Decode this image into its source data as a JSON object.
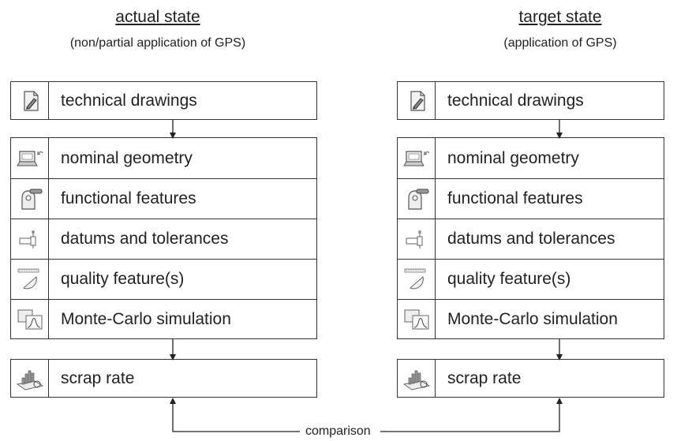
{
  "left": {
    "title": "actual state",
    "subtitle": "(non/partial application of GPS)",
    "top_box": {
      "label": "technical drawings",
      "icon": "drawing-pencil-icon"
    },
    "middle_box": [
      {
        "label": "nominal geometry",
        "icon": "laptop-cad-icon"
      },
      {
        "label": "functional features",
        "icon": "part-feature-icon"
      },
      {
        "label": "datums and tolerances",
        "icon": "datum-tolerance-icon"
      },
      {
        "label": "quality feature(s)",
        "icon": "protractor-gauge-icon"
      },
      {
        "label": "Monte-Carlo simulation",
        "icon": "simulation-window-icon"
      }
    ],
    "bottom_box": {
      "label": "scrap rate",
      "icon": "statistics-chart-icon"
    }
  },
  "right": {
    "title": "target state",
    "subtitle": "(application of GPS)",
    "top_box": {
      "label": "technical drawings",
      "icon": "drawing-pencil-icon"
    },
    "middle_box": [
      {
        "label": "nominal geometry",
        "icon": "laptop-cad-icon"
      },
      {
        "label": "functional features",
        "icon": "part-feature-icon"
      },
      {
        "label": "datums and tolerances",
        "icon": "datum-tolerance-icon"
      },
      {
        "label": "quality feature(s)",
        "icon": "protractor-gauge-icon"
      },
      {
        "label": "Monte-Carlo simulation",
        "icon": "simulation-window-icon"
      }
    ],
    "bottom_box": {
      "label": "scrap rate",
      "icon": "statistics-chart-icon"
    }
  },
  "comparison_label": "comparison"
}
